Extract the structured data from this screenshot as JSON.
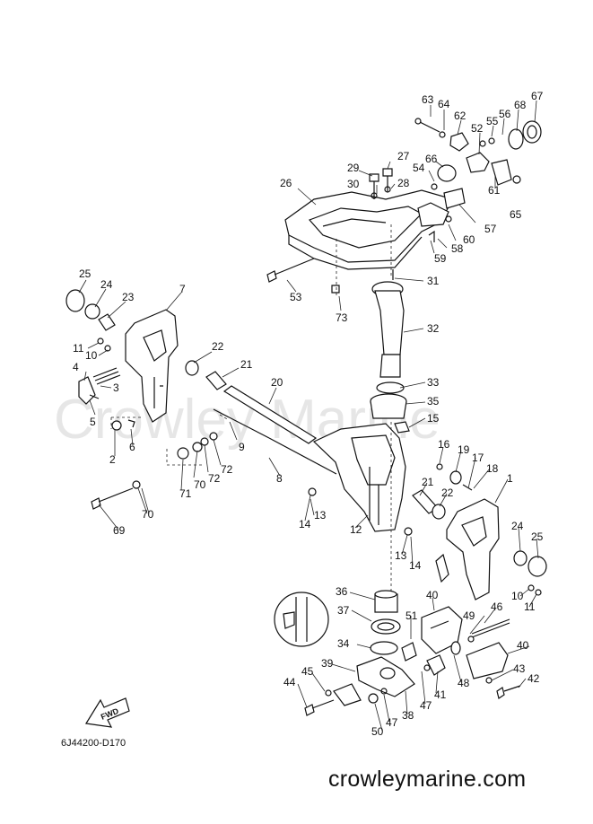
{
  "diagram": {
    "watermark": "Crowley Marine",
    "code": "6J44200-D170",
    "site": "crowleymarine.com",
    "fwd_label": "FWD",
    "callouts": [
      {
        "id": "c63",
        "text": "63"
      },
      {
        "id": "c64",
        "text": "64"
      },
      {
        "id": "c62",
        "text": "62"
      },
      {
        "id": "c55",
        "text": "55"
      },
      {
        "id": "c56",
        "text": "56"
      },
      {
        "id": "c68",
        "text": "68"
      },
      {
        "id": "c67",
        "text": "67"
      },
      {
        "id": "c52",
        "text": "52"
      },
      {
        "id": "c66",
        "text": "66"
      },
      {
        "id": "c61",
        "text": "61"
      },
      {
        "id": "c65",
        "text": "65"
      },
      {
        "id": "c29",
        "text": "29"
      },
      {
        "id": "c27",
        "text": "27"
      },
      {
        "id": "c30",
        "text": "30"
      },
      {
        "id": "c28",
        "text": "28"
      },
      {
        "id": "c54",
        "text": "54"
      },
      {
        "id": "c26",
        "text": "26"
      },
      {
        "id": "c57",
        "text": "57"
      },
      {
        "id": "c60",
        "text": "60"
      },
      {
        "id": "c58",
        "text": "58"
      },
      {
        "id": "c59",
        "text": "59"
      },
      {
        "id": "c31",
        "text": "31"
      },
      {
        "id": "c53",
        "text": "53"
      },
      {
        "id": "c73",
        "text": "73"
      },
      {
        "id": "c25a",
        "text": "25"
      },
      {
        "id": "c24a",
        "text": "24"
      },
      {
        "id": "c23",
        "text": "23"
      },
      {
        "id": "c7",
        "text": "7"
      },
      {
        "id": "c11a",
        "text": "11"
      },
      {
        "id": "c10a",
        "text": "10"
      },
      {
        "id": "c32",
        "text": "32"
      },
      {
        "id": "c22a",
        "text": "22"
      },
      {
        "id": "c21a",
        "text": "21"
      },
      {
        "id": "c4",
        "text": "4"
      },
      {
        "id": "c3",
        "text": "3"
      },
      {
        "id": "c5",
        "text": "5"
      },
      {
        "id": "c20",
        "text": "20"
      },
      {
        "id": "c33",
        "text": "33"
      },
      {
        "id": "c35",
        "text": "35"
      },
      {
        "id": "c15",
        "text": "15"
      },
      {
        "id": "c9",
        "text": "9"
      },
      {
        "id": "c6",
        "text": "6"
      },
      {
        "id": "c2",
        "text": "2"
      },
      {
        "id": "c72a",
        "text": "72"
      },
      {
        "id": "c72b",
        "text": "72"
      },
      {
        "id": "c71",
        "text": "71"
      },
      {
        "id": "c70a",
        "text": "70"
      },
      {
        "id": "c8",
        "text": "8"
      },
      {
        "id": "c16",
        "text": "16"
      },
      {
        "id": "c19",
        "text": "19"
      },
      {
        "id": "c17",
        "text": "17"
      },
      {
        "id": "c18",
        "text": "18"
      },
      {
        "id": "c21b",
        "text": "21"
      },
      {
        "id": "c22b",
        "text": "22"
      },
      {
        "id": "c1",
        "text": "1"
      },
      {
        "id": "c69",
        "text": "69"
      },
      {
        "id": "c70b",
        "text": "70"
      },
      {
        "id": "c13a",
        "text": "13"
      },
      {
        "id": "c14a",
        "text": "14"
      },
      {
        "id": "c12",
        "text": "12"
      },
      {
        "id": "c13b",
        "text": "13"
      },
      {
        "id": "c14b",
        "text": "14"
      },
      {
        "id": "c24b",
        "text": "24"
      },
      {
        "id": "c25b",
        "text": "25"
      },
      {
        "id": "c10b",
        "text": "10"
      },
      {
        "id": "c11b",
        "text": "11"
      },
      {
        "id": "c36",
        "text": "36"
      },
      {
        "id": "c40a",
        "text": "40"
      },
      {
        "id": "c37",
        "text": "37"
      },
      {
        "id": "c49",
        "text": "49"
      },
      {
        "id": "c46",
        "text": "46"
      },
      {
        "id": "c51",
        "text": "51"
      },
      {
        "id": "c40b",
        "text": "40"
      },
      {
        "id": "c34",
        "text": "34"
      },
      {
        "id": "c39",
        "text": "39"
      },
      {
        "id": "c45",
        "text": "45"
      },
      {
        "id": "c43",
        "text": "43"
      },
      {
        "id": "c44",
        "text": "44"
      },
      {
        "id": "c41",
        "text": "41"
      },
      {
        "id": "c48",
        "text": "48"
      },
      {
        "id": "c42",
        "text": "42"
      },
      {
        "id": "c47a",
        "text": "47"
      },
      {
        "id": "c38",
        "text": "38"
      },
      {
        "id": "c47b",
        "text": "47"
      },
      {
        "id": "c50",
        "text": "50"
      }
    ]
  }
}
